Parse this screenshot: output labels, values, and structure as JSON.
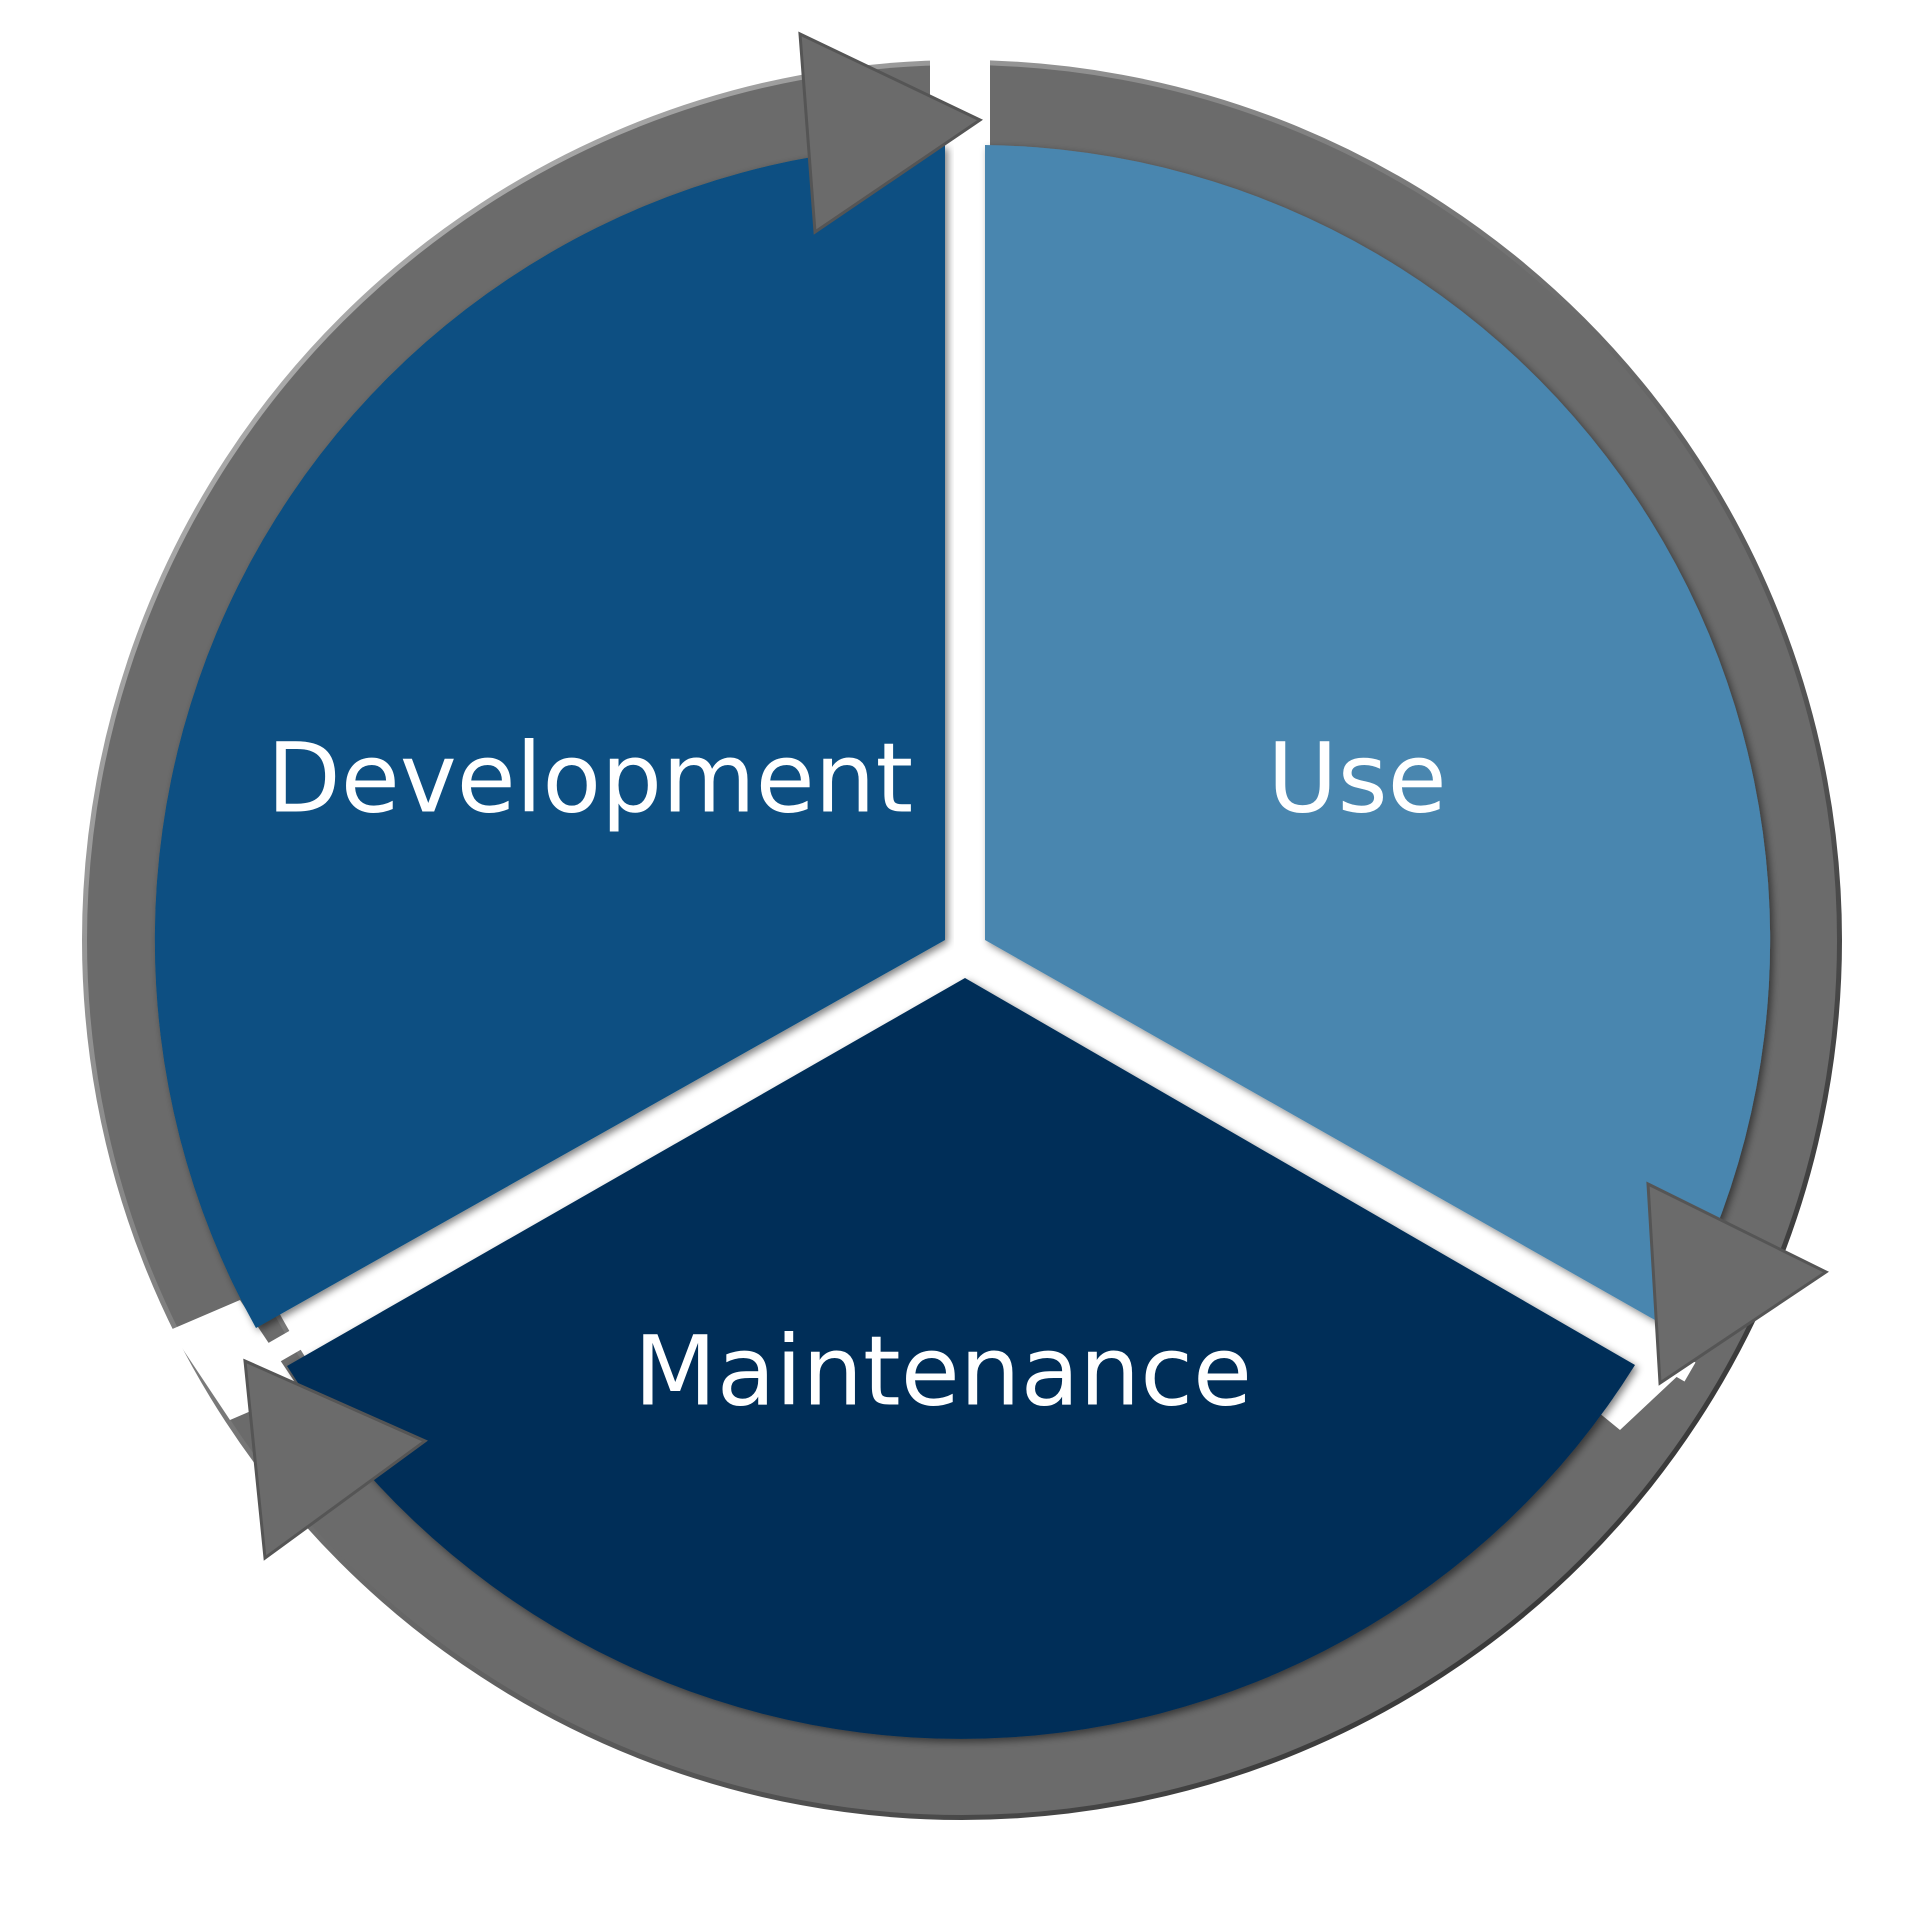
{
  "diagram": {
    "type": "cycle",
    "segments": [
      {
        "id": "development",
        "label": "Development",
        "color": "#074F82"
      },
      {
        "id": "use",
        "label": "Use",
        "color": "#4A86AF"
      },
      {
        "id": "maintenance",
        "label": "Maintenance",
        "color": "#022F58"
      }
    ],
    "arrow_color": "#6B6B6B",
    "divider_color": "#FFFFFF"
  }
}
